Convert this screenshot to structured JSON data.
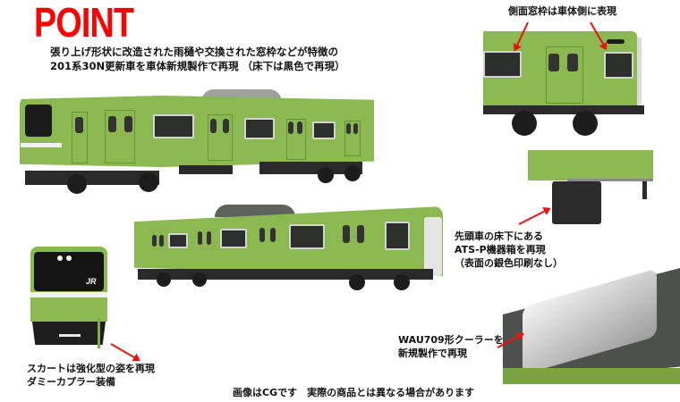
{
  "header": {
    "title": "POINT",
    "intro_line1": "張り上げ形状に改造された雨樋や交換された窓枠などが特徴の",
    "intro_line2": "201系30N更新車を車体新規製作で再現 （床下は黒色で再現）"
  },
  "callouts": {
    "side_window": "側面窓枠は車体側に表現",
    "ats_line1": "先頭車の床下にある",
    "ats_line2": "ATS-P機器箱を再現",
    "ats_line3": "（表面の銀色印刷なし）",
    "cooler_line1": "WAU709形クーラーを",
    "cooler_line2": "新規製作で再現",
    "skirt_line1": "スカートは強化型の姿を再現",
    "skirt_line2": "ダミーカプラー装備"
  },
  "footer": {
    "disclaimer": "画像はCGです　実際の商品とは異なる場合があります"
  },
  "emblem": {
    "front_logo": "JR"
  },
  "colors": {
    "title_red": "#ff0000",
    "body_green": "#8cb852",
    "arrow_red": "#ee1111",
    "underfloor_black": "#2a2a2a"
  }
}
